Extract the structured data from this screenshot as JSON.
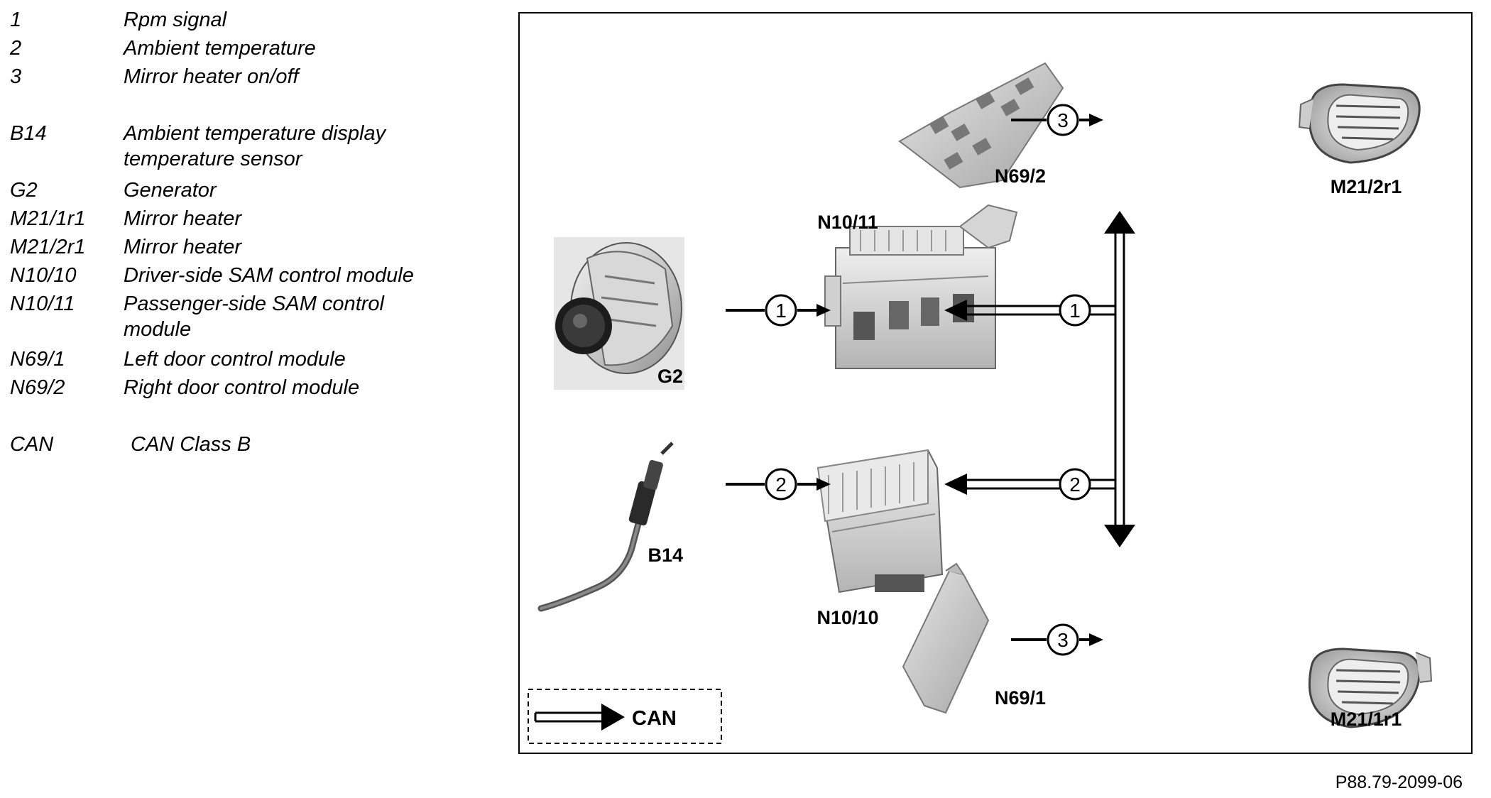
{
  "legend": [
    {
      "key": "1",
      "value": "Rpm signal"
    },
    {
      "key": "2",
      "value": "Ambient temperature"
    },
    {
      "key": "3",
      "value": "Mirror heater on/off"
    },
    {
      "key": "B14",
      "value": "Ambient temperature display temperature sensor"
    },
    {
      "key": "G2",
      "value": "Generator"
    },
    {
      "key": "M21/1r1",
      "value": "Mirror heater"
    },
    {
      "key": "M21/2r1",
      "value": "Mirror heater"
    },
    {
      "key": "N10/10",
      "value": "Driver-side SAM control module"
    },
    {
      "key": "N10/11",
      "value": "Passenger-side SAM control module"
    },
    {
      "key": "N69/1",
      "value": "Left door control module"
    },
    {
      "key": "N69/2",
      "value": "Right door control module"
    },
    {
      "key": "CAN",
      "value": "CAN Class B"
    }
  ],
  "components": {
    "g2": "G2",
    "b14": "B14",
    "n10_11": "N10/11",
    "n10_10": "N10/10",
    "n69_2": "N69/2",
    "n69_1": "N69/1",
    "m21_2r1": "M21/2r1",
    "m21_1r1": "M21/1r1"
  },
  "signals": {
    "rpm": "1",
    "temp": "2",
    "mirror": "3"
  },
  "can_legend_label": "CAN",
  "figure_id": "P88.79-2099-06"
}
